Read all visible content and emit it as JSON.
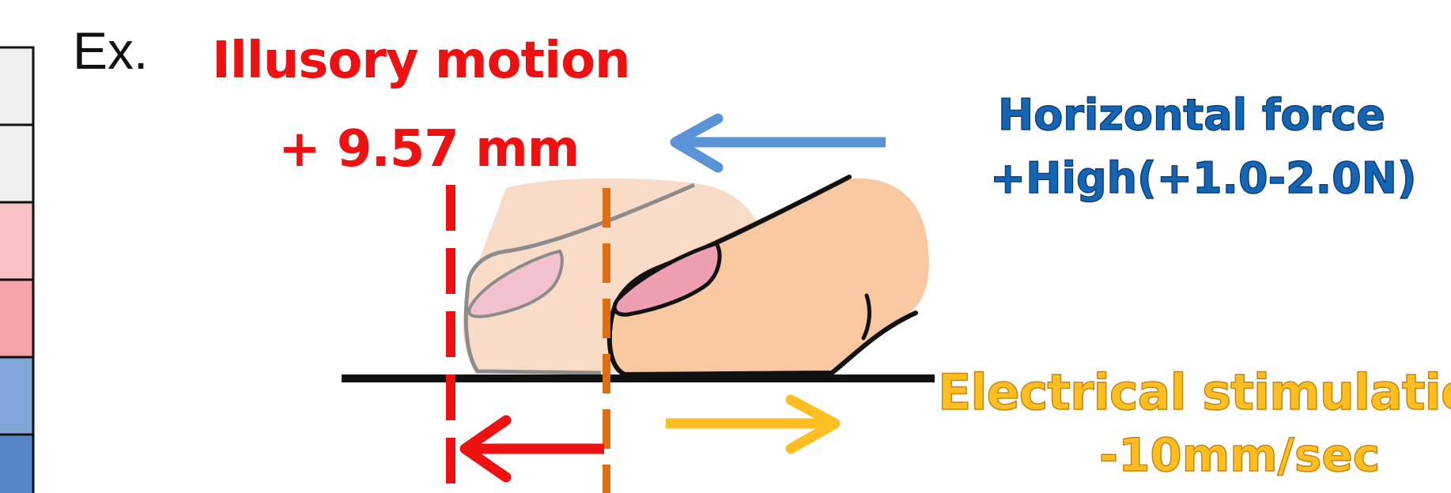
{
  "example_label": "Ex.",
  "illusory_motion": {
    "title": "Illusory motion",
    "value": "+ 9.57 mm",
    "color": "#ee1111"
  },
  "horizontal_force": {
    "title": "Horizontal force",
    "value": "+High(+1.0-2.0N)",
    "color": "#1565b5",
    "arrow_color": "#5b93d8",
    "direction": "left"
  },
  "electrical_stimulation": {
    "title": "Electrical stimulation",
    "value": "-10mm/sec",
    "color": "#ffbe22",
    "direction": "right"
  },
  "scale_bar_colors": [
    "#efefef",
    "#efefef",
    "#fbc2c6",
    "#f5a3a8",
    "#7ea6d6",
    "#5585c5"
  ],
  "markers": {
    "perceived_position_color": "#ee1111",
    "actual_position_color": "#e06d10"
  },
  "finger_colors": {
    "ghost_skin": "#f9dcc7",
    "ghost_nail": "#f2c1cd",
    "real_skin": "#f8c8a0",
    "real_nail": "#ee9fb2"
  }
}
